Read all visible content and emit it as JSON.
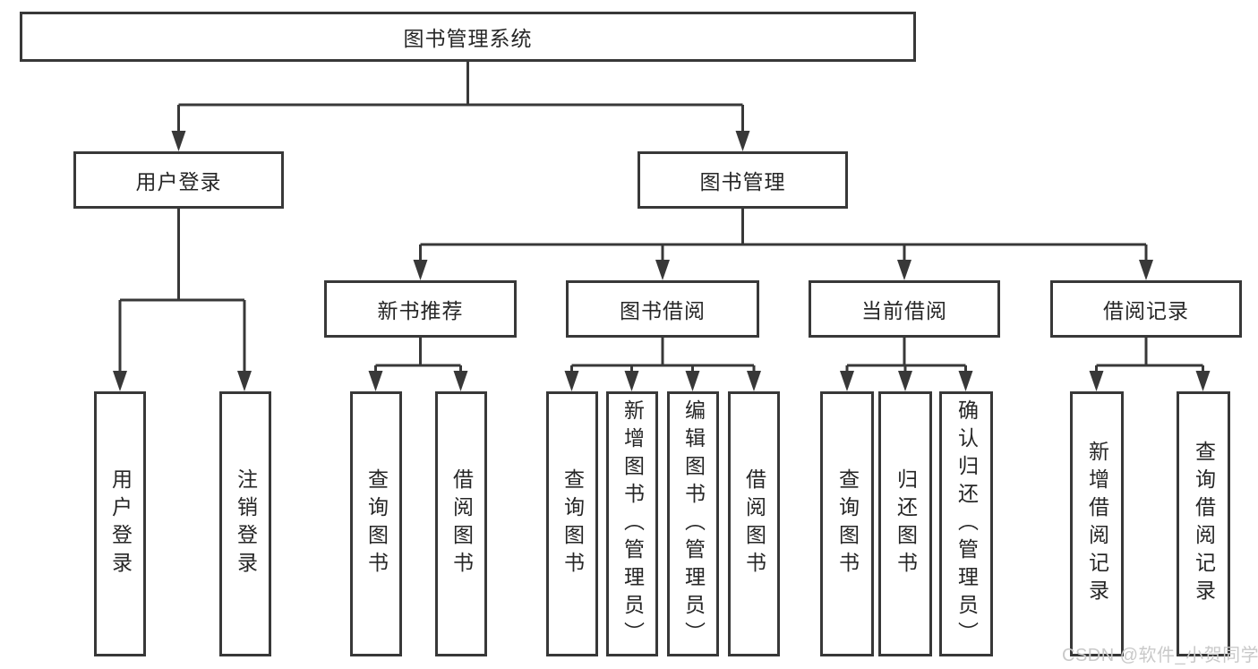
{
  "diagram": {
    "title": "图书管理系统",
    "root": {
      "label": "图书管理系统"
    },
    "level2": [
      {
        "id": "user-login",
        "label": "用户登录",
        "parent": "图书管理系统"
      },
      {
        "id": "book-management",
        "label": "图书管理",
        "parent": "图书管理系统"
      }
    ],
    "level3": [
      {
        "id": "new-book-recommend",
        "label": "新书推荐",
        "parent": "图书管理"
      },
      {
        "id": "book-borrow",
        "label": "图书借阅",
        "parent": "图书管理"
      },
      {
        "id": "current-borrow",
        "label": "当前借阅",
        "parent": "图书管理"
      },
      {
        "id": "borrow-records",
        "label": "借阅记录",
        "parent": "图书管理"
      }
    ],
    "leaves": [
      {
        "label": "用户登录",
        "parent": "用户登录"
      },
      {
        "label": "注销登录",
        "parent": "用户登录"
      },
      {
        "label": "查询图书",
        "parent": "新书推荐"
      },
      {
        "label": "借阅图书",
        "parent": "新书推荐"
      },
      {
        "label": "查询图书",
        "parent": "图书借阅"
      },
      {
        "label": "新增图书（管理员）",
        "parent": "图书借阅"
      },
      {
        "label": "编辑图书（管理员）",
        "parent": "图书借阅"
      },
      {
        "label": "借阅图书",
        "parent": "图书借阅"
      },
      {
        "label": "查询图书",
        "parent": "当前借阅"
      },
      {
        "label": "归还图书",
        "parent": "当前借阅"
      },
      {
        "label": "确认归还（管理员）",
        "parent": "当前借阅"
      },
      {
        "label": "新增借阅记录",
        "parent": "借阅记录"
      },
      {
        "label": "查询借阅记录",
        "parent": "借阅记录"
      }
    ]
  },
  "watermark": {
    "text": "CSDN @软件_小贺同学",
    "color": "#c9c9c9"
  },
  "colors": {
    "background": "#ffffff",
    "line": "#383838",
    "box_border": "#383838",
    "text": "#262626"
  }
}
